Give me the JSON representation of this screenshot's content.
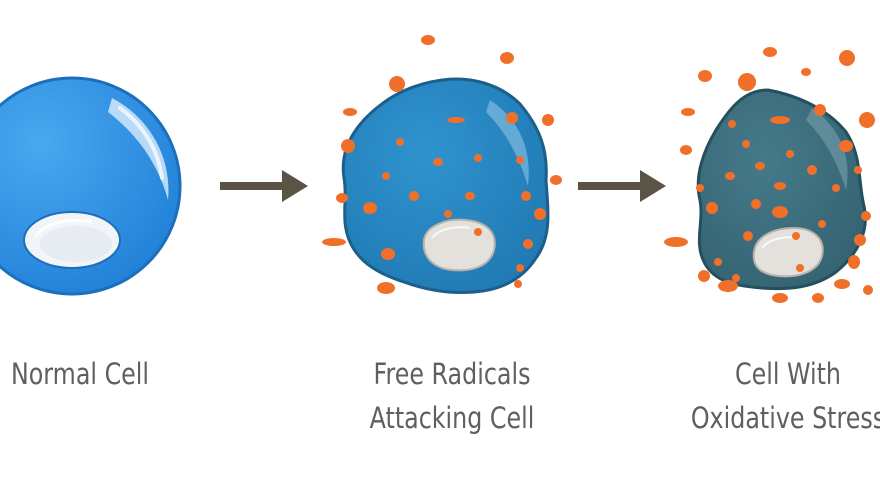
{
  "colors": {
    "normal_cell": "#2f8ee0",
    "attacked_cell": "#2485c0",
    "stressed_cell": "#3b6f80",
    "free_radical": "#f0702a",
    "nucleus": "#e4e1dc",
    "arrow": "#5b5346"
  },
  "stages": [
    {
      "name": "normal-cell",
      "lines": [
        "Normal Cell"
      ]
    },
    {
      "name": "free-radicals-attacking-cell",
      "lines": [
        "Free Radicals",
        "Attacking Cell"
      ]
    },
    {
      "name": "cell-with-oxidative-stress",
      "lines": [
        "Cell With",
        "Oxidative Stress"
      ]
    }
  ]
}
